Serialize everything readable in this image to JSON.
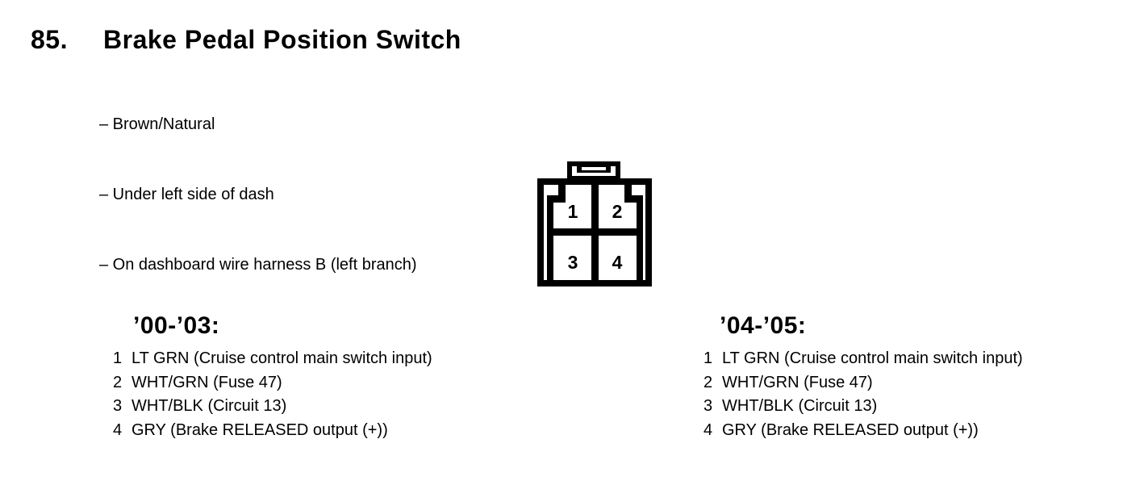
{
  "page": {
    "section_number": "85.",
    "title": "Brake Pedal Position Switch",
    "bullets": [
      "– Brown/Natural",
      "– Under left side of dash",
      "– On dashboard wire harness B (left branch)"
    ]
  },
  "connector": {
    "name": "4-cavity connector, front view with top latch tab",
    "cavities": [
      "1",
      "2",
      "3",
      "4"
    ]
  },
  "pinouts": [
    {
      "heading": "’00-’03:",
      "pins": [
        {
          "num": "1",
          "desc": "LT GRN (Cruise control main switch input)"
        },
        {
          "num": "2",
          "desc": "WHT/GRN (Fuse 47)"
        },
        {
          "num": "3",
          "desc": "WHT/BLK (Circuit 13)"
        },
        {
          "num": "4",
          "desc": "GRY (Brake RELEASED output (+))"
        }
      ]
    },
    {
      "heading": "’04-’05:",
      "pins": [
        {
          "num": "1",
          "desc": "LT GRN (Cruise control main switch input)"
        },
        {
          "num": "2",
          "desc": "WHT/GRN (Fuse 47)"
        },
        {
          "num": "3",
          "desc": "WHT/BLK (Circuit 13)"
        },
        {
          "num": "4",
          "desc": "GRY (Brake RELEASED output (+))"
        }
      ]
    }
  ],
  "colors": {
    "ink": "#000000",
    "paper": "#ffffff"
  }
}
